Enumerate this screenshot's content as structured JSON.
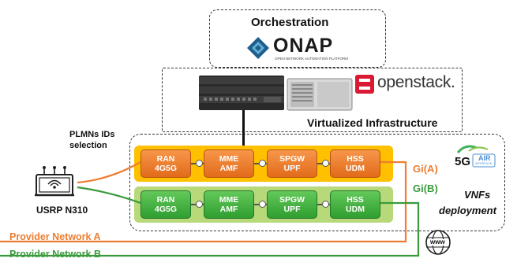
{
  "orchestration": {
    "title": "Orchestration",
    "logo_text": "ONAP",
    "logo_subtitle": "OPEN NETWORK AUTOMATION PLATFORM"
  },
  "infrastructure": {
    "title": "Virtualized Infrastructure",
    "openstack_text": "openstack."
  },
  "vnfs": {
    "label_line1": "VNFs",
    "label_line2": "deployment",
    "orange_slice": [
      {
        "line1": "RAN",
        "line2": "4G5G"
      },
      {
        "line1": "MME",
        "line2": "AMF"
      },
      {
        "line1": "SPGW",
        "line2": "UPF"
      },
      {
        "line1": "HSS",
        "line2": "UDM"
      }
    ],
    "green_slice": [
      {
        "line1": "RAN",
        "line2": "4G5G"
      },
      {
        "line1": "MME",
        "line2": "AMF"
      },
      {
        "line1": "SPGW",
        "line2": "UPF"
      },
      {
        "line1": "HSS",
        "line2": "UDM"
      }
    ]
  },
  "gi_a": "Gi(A)",
  "gi_b": "Gi(B)",
  "plmn_line1": "PLMNs IDs",
  "plmn_line2": "selection",
  "usrp_label": "USRP N310",
  "provider_a": "Provider Network A",
  "provider_b": "Provider Network B",
  "air_interface": {
    "big": "5G",
    "word": "AIR",
    "sub": "INTERFACE"
  },
  "www_label": "www",
  "colors": {
    "orange": "#ed7d31",
    "green": "#3a9b3c",
    "orange_band": "#ffc000",
    "green_band": "#b7d97a",
    "openstack_red": "#da1a32",
    "onap_blue": "#1f5f8b"
  }
}
